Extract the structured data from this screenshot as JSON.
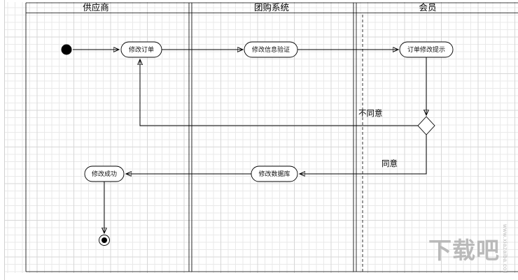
{
  "lanes": [
    {
      "label": "供应商"
    },
    {
      "label": "团购系统"
    },
    {
      "label": "会员"
    }
  ],
  "nodes": {
    "modify_order": "修改订单",
    "verify_info": "修改信息验证",
    "order_prompt": "订单修改提示",
    "modify_db": "修改数据库",
    "modify_success": "修改成功"
  },
  "edge_labels": {
    "disagree": "不同意",
    "agree": "同意"
  },
  "watermark": {
    "title": "下载吧",
    "url": "www.xiazaiba.com"
  },
  "colors": {
    "background": "#ffffff",
    "line": "#000000",
    "grid_minor": "#e9e9e9",
    "grid_major": "#d7d7d7",
    "watermark": "#b3b3b3"
  }
}
